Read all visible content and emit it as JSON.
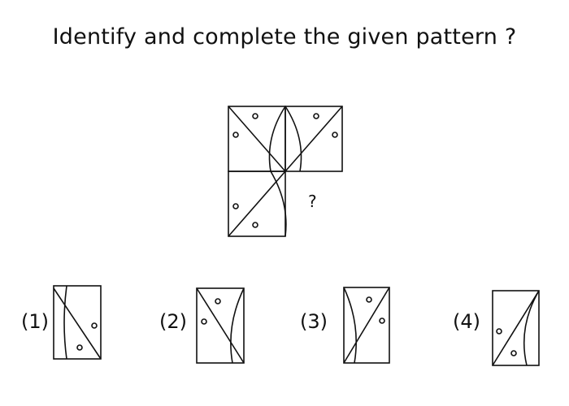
{
  "question": {
    "text": "Identify and complete the given pattern ?"
  },
  "missing_cell_mark": "?",
  "options": [
    {
      "label": "(1)"
    },
    {
      "label": "(2)"
    },
    {
      "label": "(3)"
    },
    {
      "label": "(4)"
    }
  ],
  "colors": {
    "ink": "#111111",
    "background": "#ffffff"
  }
}
